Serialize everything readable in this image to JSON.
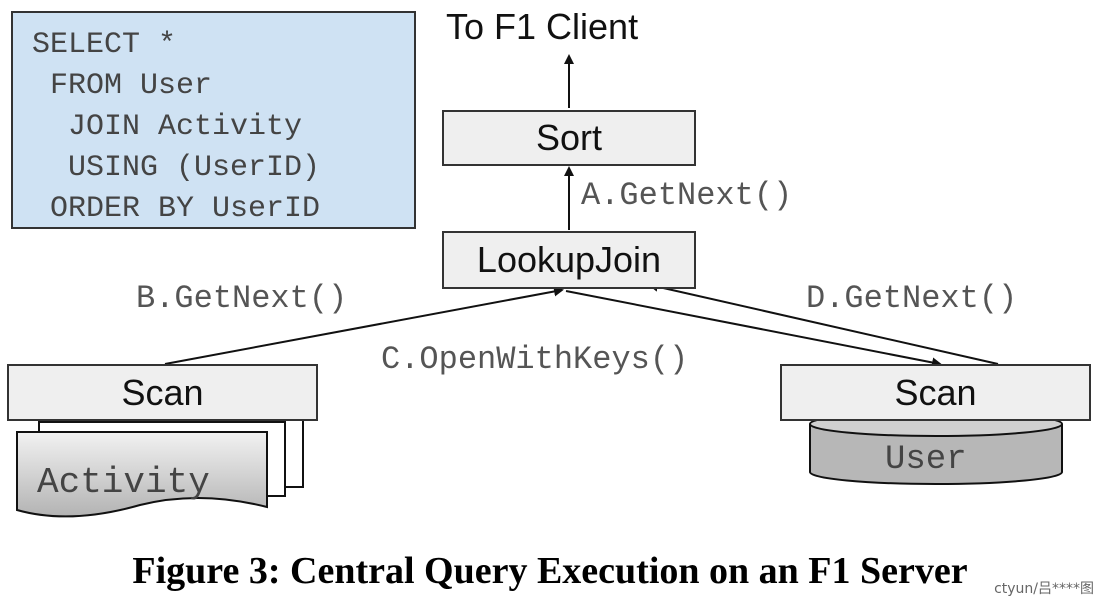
{
  "sql": {
    "lines": [
      "SELECT *",
      " FROM User",
      "  JOIN Activity",
      "  USING (UserID)",
      " ORDER BY UserID"
    ]
  },
  "nodes": {
    "client": "To F1 Client",
    "sort": "Sort",
    "lookup_join": "LookupJoin",
    "scan_left": "Scan",
    "scan_right": "Scan",
    "activity_table": "Activity",
    "user_table": "User"
  },
  "calls": {
    "a": "A.GetNext()",
    "b": "B.GetNext()",
    "c": "C.OpenWithKeys()",
    "d": "D.GetNext()"
  },
  "caption": "Figure 3: Central Query Execution on an F1 Server",
  "watermark": "ctyun/吕****图"
}
